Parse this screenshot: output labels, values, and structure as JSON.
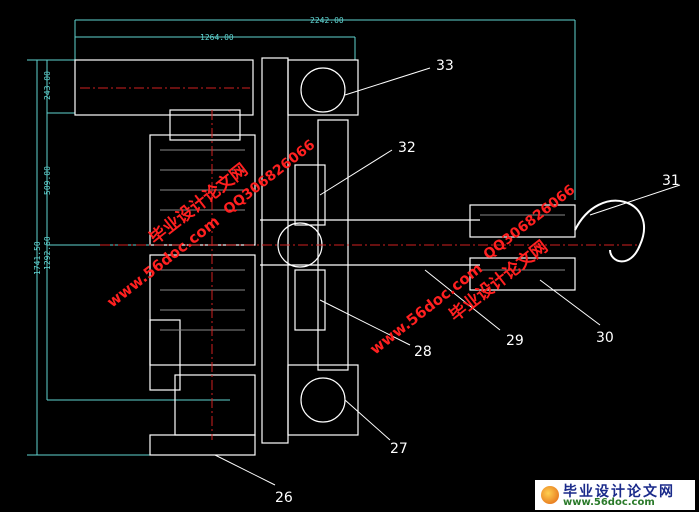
{
  "dimensions": {
    "overall_width": "2242.00",
    "upper_width": "1264.00",
    "top_height": "243.00",
    "mid_height": "509.00",
    "overall_height": "1741.50",
    "lower_height": "1292.60"
  },
  "part_numbers": [
    "33",
    "32",
    "31",
    "30",
    "29",
    "28",
    "27",
    "26"
  ],
  "watermarks": {
    "site_name": "毕业设计论文网",
    "url": "www.56doc.com",
    "qq": "QQ306826066"
  },
  "logo": {
    "title": "毕业设计论文网",
    "url": "www.56doc.com"
  },
  "colors": {
    "dimension": "#5fd3d0",
    "outline": "#ffffff",
    "centerline": "#d02020",
    "watermark": "#ff2020"
  }
}
